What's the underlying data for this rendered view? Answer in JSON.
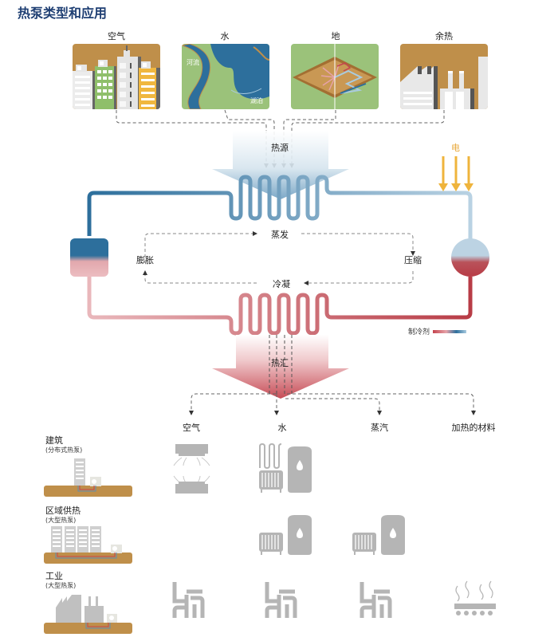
{
  "title": "热泵类型和应用",
  "heat_sources": [
    {
      "label": "空气",
      "icon": "city-buildings-icon"
    },
    {
      "label": "水",
      "icon": "river-lake-icon",
      "annotations": [
        "河流",
        "湖泊"
      ]
    },
    {
      "label": "地",
      "icon": "ground-loop-icon"
    },
    {
      "label": "余热",
      "icon": "factory-waste-heat-icon"
    }
  ],
  "cycle": {
    "heat_source_label": "热源",
    "heat_sink_label": "热汇",
    "electricity_label": "电",
    "steps": {
      "evaporation": "蒸发",
      "compression": "压缩",
      "condensation": "冷凝",
      "expansion": "膨胀"
    },
    "legend_label": "制冷剂"
  },
  "outputs": [
    "空气",
    "水",
    "蒸汽",
    "加热的材料"
  ],
  "applications": [
    {
      "title": "建筑",
      "subtitle": "(分布式热泵)",
      "outputs": [
        "air-conditioner-icon",
        "radiator-boiler-icon",
        "",
        ""
      ]
    },
    {
      "title": "区域供热",
      "subtitle": "(大型热泵)",
      "outputs": [
        "",
        "radiator-boiler-icon",
        "radiator-boiler-icon",
        ""
      ]
    },
    {
      "title": "工业",
      "subtitle": "(大型热泵)",
      "outputs": [
        "",
        "pipes-icon",
        "pipes-icon",
        "heated-material-icon"
      ]
    }
  ],
  "colors": {
    "title": "#1f3f73",
    "cold": "#2d6f9c",
    "cold_light": "#b9d2e3",
    "hot": "#c4444e",
    "hot_light": "#e9b7bb",
    "electric": "#efb43c",
    "earth": "#bf8f4a",
    "grass": "#9bc27a",
    "icon_gray": "#b5b5b5"
  }
}
